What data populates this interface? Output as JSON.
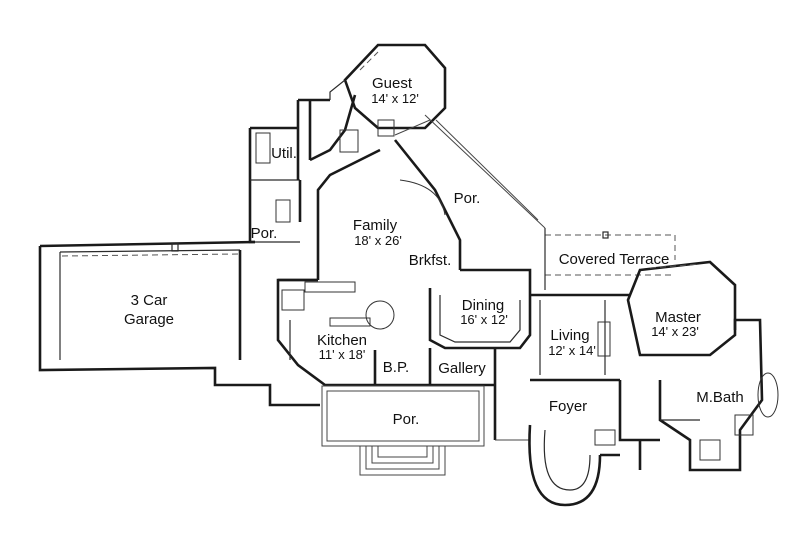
{
  "rooms": {
    "guest": {
      "name": "Guest",
      "size": "14' x 12'"
    },
    "util": {
      "name": "Util."
    },
    "por_top": {
      "name": "Por."
    },
    "family": {
      "name": "Family",
      "size": "18' x 26'"
    },
    "por_left": {
      "name": "Por."
    },
    "brkfst": {
      "name": "Brkfst."
    },
    "covered_terrace": {
      "name": "Covered Terrace"
    },
    "garage": {
      "name": "3 Car",
      "name2": "Garage"
    },
    "dining": {
      "name": "Dining",
      "size": "16' x 12'"
    },
    "master": {
      "name": "Master",
      "size": "14' x 23'"
    },
    "living": {
      "name": "Living",
      "size": "12' x 14'"
    },
    "kitchen": {
      "name": "Kitchen",
      "size": "11' x 18'"
    },
    "bp": {
      "name": "B.P."
    },
    "gallery": {
      "name": "Gallery"
    },
    "mbath": {
      "name": "M.Bath"
    },
    "foyer": {
      "name": "Foyer"
    },
    "por_front": {
      "name": "Por."
    }
  }
}
